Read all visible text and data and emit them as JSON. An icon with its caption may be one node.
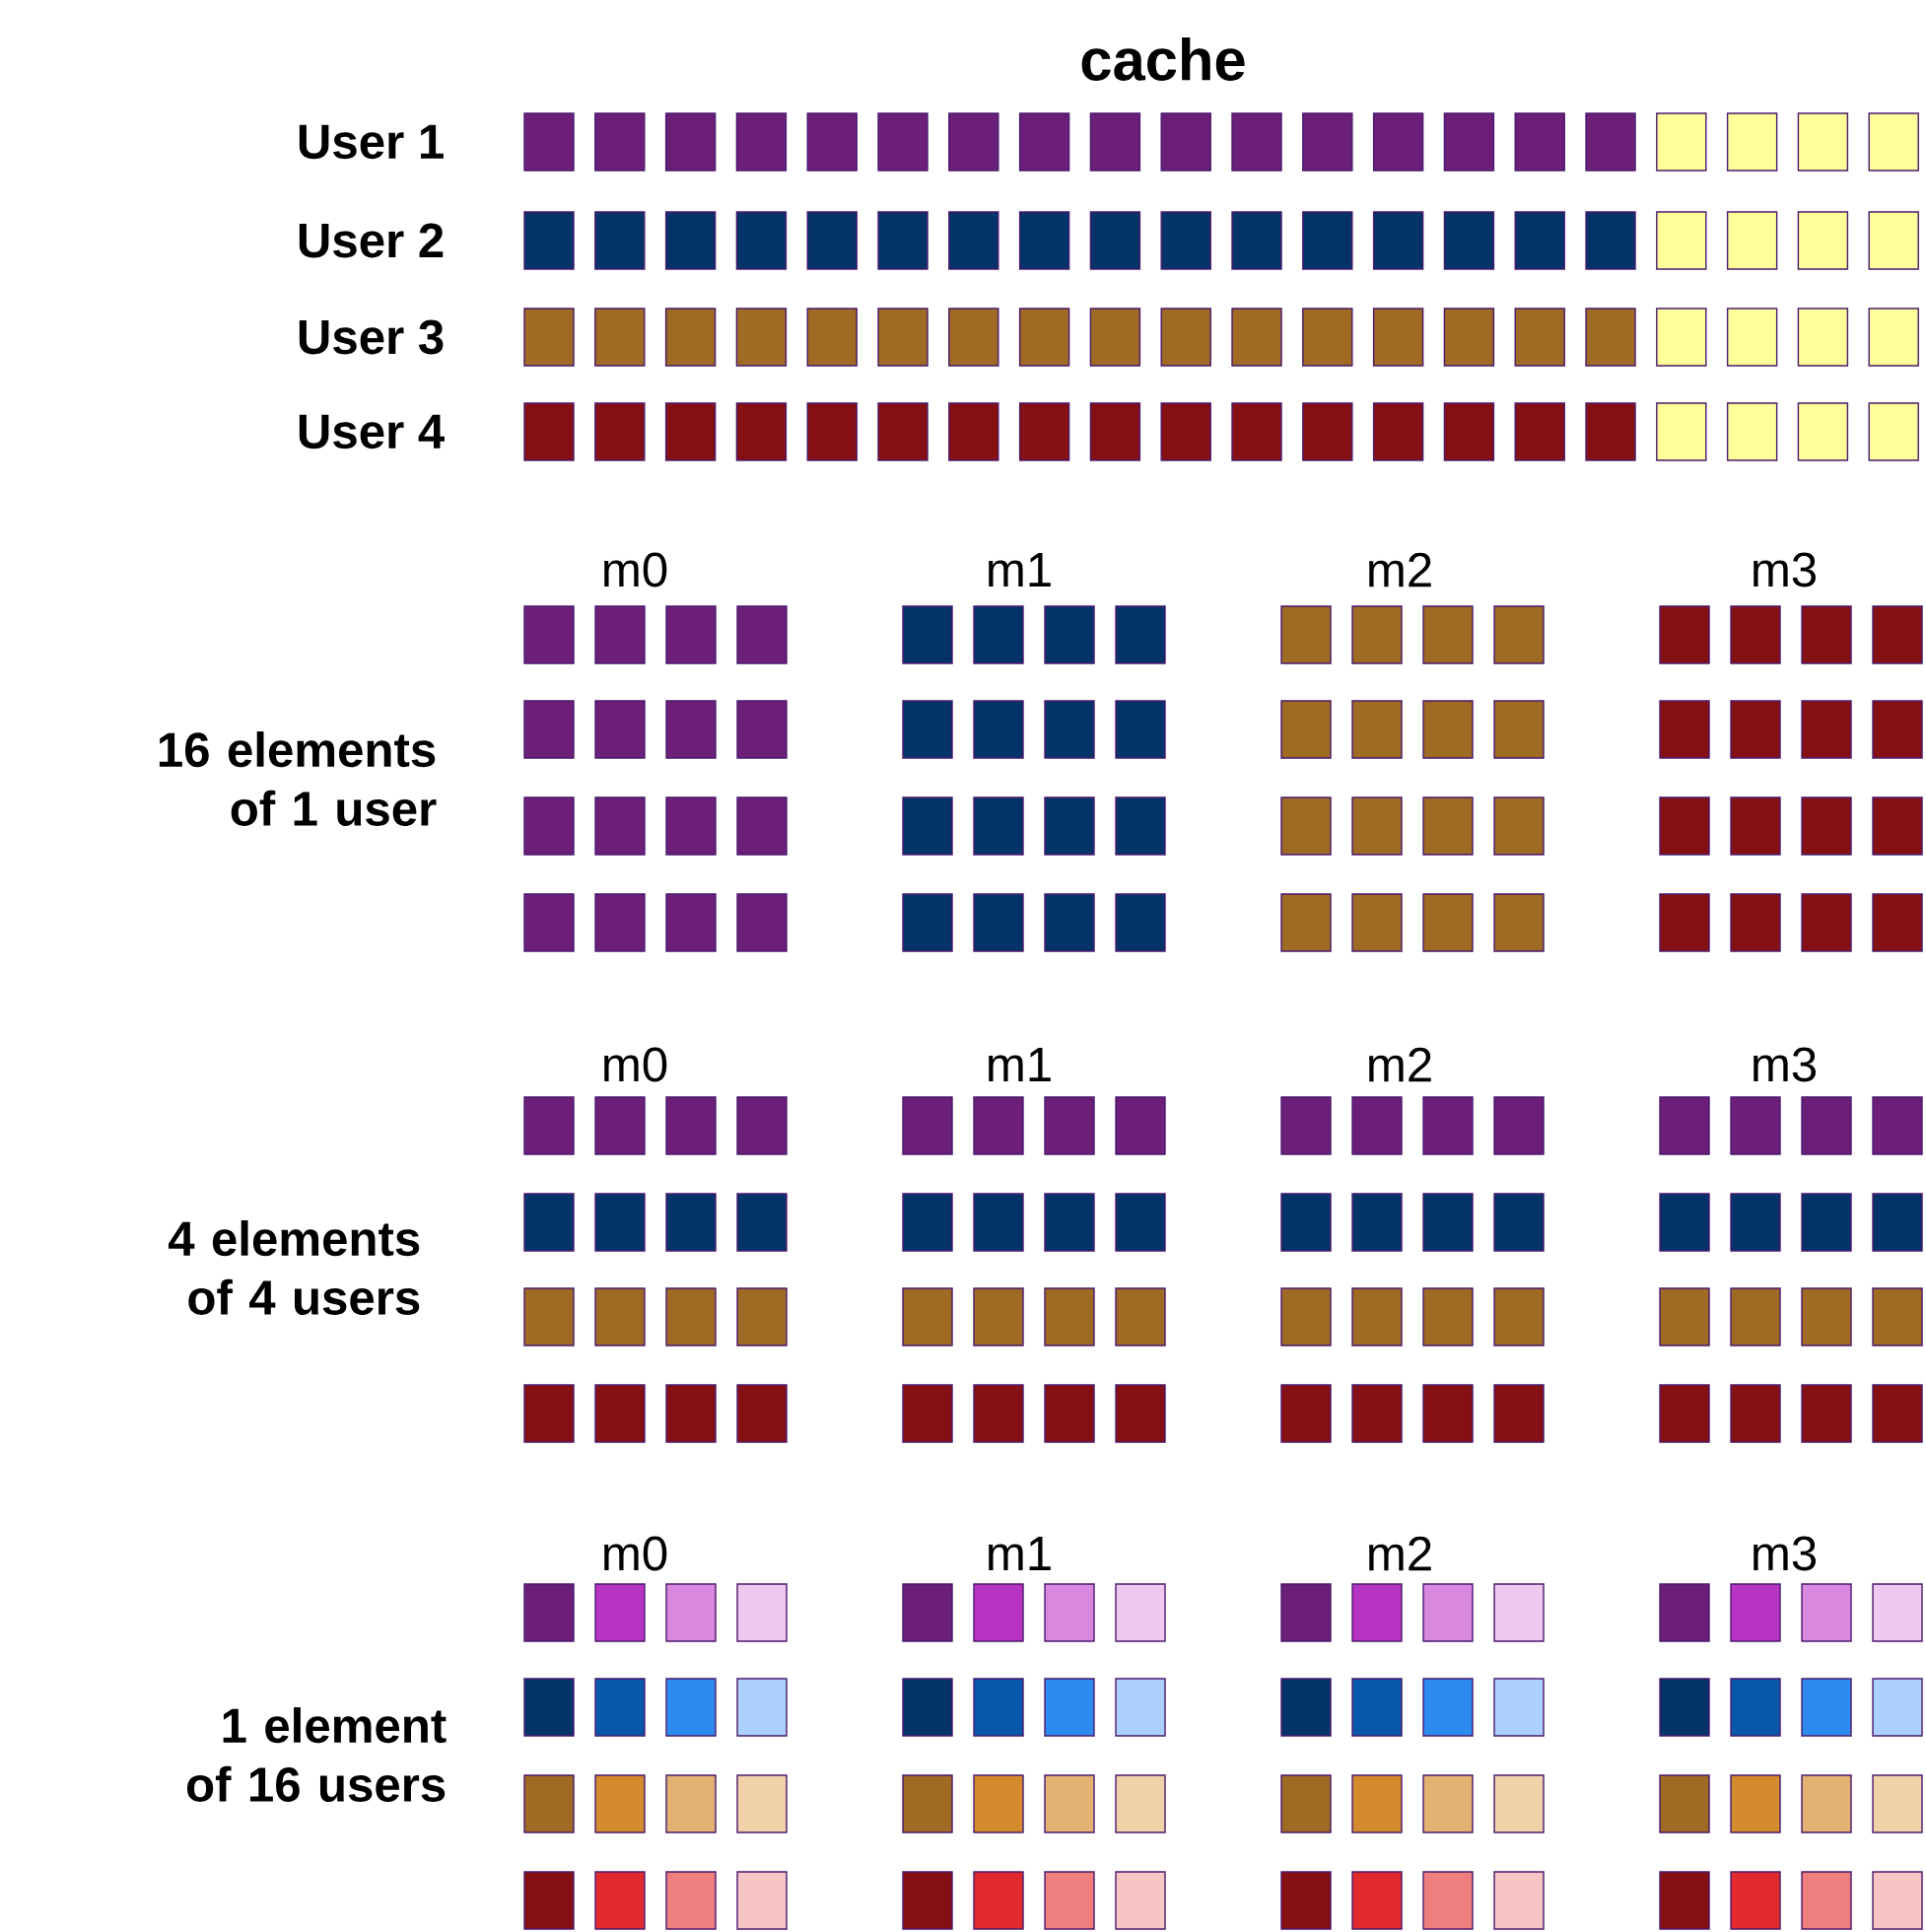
{
  "diagram": {
    "title": "cache",
    "labels": [
      "User 1",
      "User 2",
      "User 3",
      "User 4",
      "m0",
      "m1",
      "m2",
      "m3",
      "16 elements of 1 user",
      "m0",
      "m1",
      "m2",
      "m3",
      "4 elements of 4 users",
      "m0",
      "m1",
      "m2",
      "m3",
      "1 element of 16 users"
    ]
  }
}
